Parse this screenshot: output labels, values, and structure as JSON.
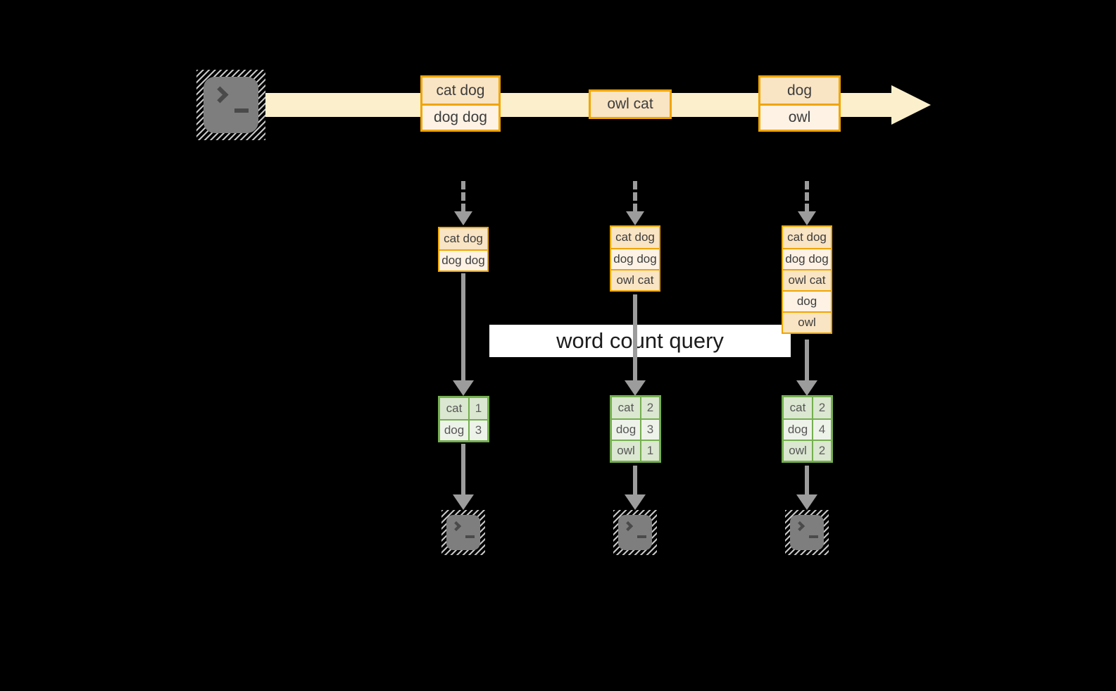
{
  "query_label": "word count query",
  "colors": {
    "stream_fill": "#FBF0CB",
    "event_border": "#F0A500",
    "event_fill_dark": "#F9E4C4",
    "event_fill_light": "#FDF2E4",
    "table_border": "#74AF4F",
    "table_row_dark": "#DBE7D1",
    "table_row_light": "#EEF3EA",
    "arrow_gray": "#9C9C9C",
    "terminal_gray": "#7E7E7E"
  },
  "icons": {
    "source": "terminal-prompt-icon",
    "sinks": [
      "terminal-prompt-icon",
      "terminal-prompt-icon",
      "terminal-prompt-icon"
    ]
  },
  "stream": {
    "events": [
      {
        "lines": [
          "cat dog",
          "dog dog"
        ]
      },
      {
        "lines": [
          "owl cat"
        ]
      },
      {
        "lines": [
          "dog",
          "owl"
        ]
      }
    ]
  },
  "columns": [
    {
      "batch": [
        "cat dog",
        "dog dog"
      ],
      "counts": [
        [
          "cat",
          "1"
        ],
        [
          "dog",
          "3"
        ]
      ]
    },
    {
      "batch": [
        "cat dog",
        "dog dog",
        "owl cat"
      ],
      "counts": [
        [
          "cat",
          "2"
        ],
        [
          "dog",
          "3"
        ],
        [
          "owl",
          "1"
        ]
      ]
    },
    {
      "batch": [
        "cat dog",
        "dog dog",
        "owl cat",
        "dog",
        "owl"
      ],
      "counts": [
        [
          "cat",
          "2"
        ],
        [
          "dog",
          "4"
        ],
        [
          "owl",
          "2"
        ]
      ]
    }
  ]
}
